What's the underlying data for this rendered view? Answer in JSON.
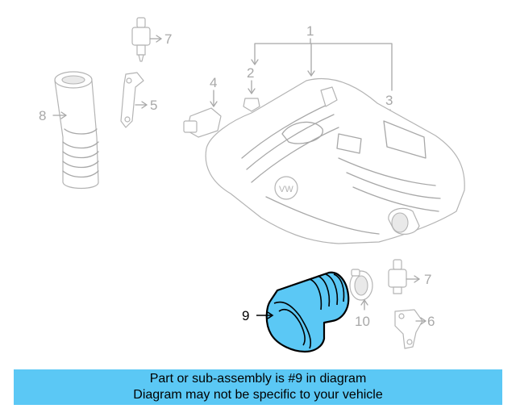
{
  "colors": {
    "highlight": "#5bc8f5",
    "banner": "#5bc8f5",
    "faded": "#a8a8a8"
  },
  "callouts": [
    "1",
    "2",
    "3",
    "4",
    "5",
    "6",
    "7",
    "7",
    "8",
    "9",
    "10"
  ],
  "highlighted_part": "9",
  "banner": {
    "line1": "Part or sub-assembly is #9 in diagram",
    "line2": "Diagram may not be specific to your vehicle"
  }
}
